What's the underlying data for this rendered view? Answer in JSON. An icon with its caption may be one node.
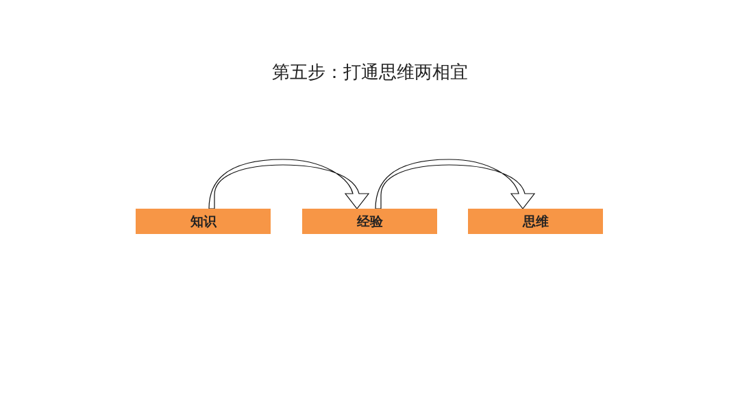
{
  "diagram": {
    "title": "第五步：打通思维两相宜",
    "nodes": [
      {
        "text": [
          "知识"
        ]
      },
      {
        "text": [
          "经验"
        ]
      },
      {
        "text": [
          "思维"
        ]
      }
    ],
    "edges": [
      {
        "from": 0,
        "to": 1,
        "arrow": "to"
      },
      {
        "from": 1,
        "to": 2,
        "arrow": "to"
      }
    ]
  }
}
